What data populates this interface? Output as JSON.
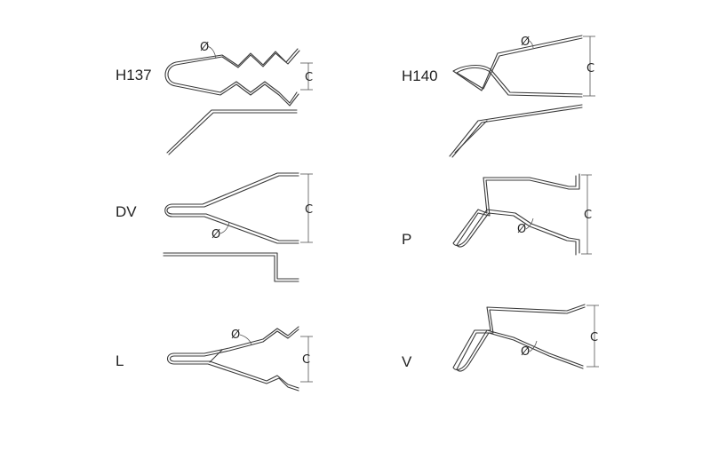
{
  "items": [
    {
      "id": "h137",
      "label": "H137",
      "diameter": "Ø",
      "dimension": "C"
    },
    {
      "id": "h140",
      "label": "H140",
      "diameter": "Ø",
      "dimension": "C"
    },
    {
      "id": "dv",
      "label": "DV",
      "diameter": "Ø",
      "dimension": "C"
    },
    {
      "id": "p",
      "label": "P",
      "diameter": "Ø",
      "dimension": "C"
    },
    {
      "id": "l",
      "label": "L",
      "diameter": "Ø",
      "dimension": "C"
    },
    {
      "id": "v",
      "label": "V",
      "diameter": "Ø",
      "dimension": "C"
    }
  ]
}
